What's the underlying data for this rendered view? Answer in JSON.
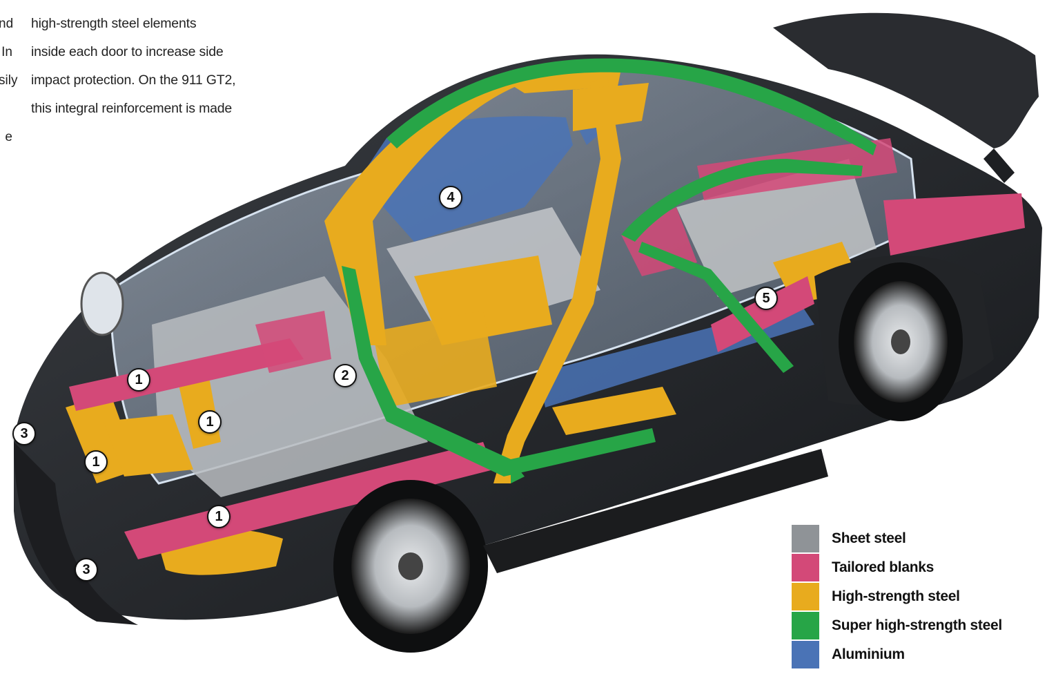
{
  "text": {
    "left_fragments": [
      "nd",
      "In",
      "sily",
      "",
      "e"
    ],
    "body_lines": [
      "high-strength steel elements",
      "inside each door to increase side",
      "impact protection. On the 911 GT2,",
      "this integral reinforcement is made"
    ]
  },
  "callouts": [
    "1",
    "1",
    "1",
    "1",
    "2",
    "3",
    "3",
    "4",
    "5"
  ],
  "legend": [
    {
      "label": "Sheet steel",
      "color": "#8f9397"
    },
    {
      "label": "Tailored blanks",
      "color": "#d34978"
    },
    {
      "label": "High-strength steel",
      "color": "#e8ab1e"
    },
    {
      "label": "Super high-strength steel",
      "color": "#27a547"
    },
    {
      "label": "Aluminium",
      "color": "#4a73b6"
    }
  ]
}
